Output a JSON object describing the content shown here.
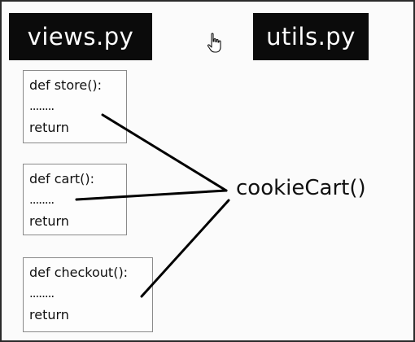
{
  "files": {
    "source": "views.py",
    "target": "utils.py"
  },
  "functions": [
    {
      "signature": "def store():",
      "body": "........",
      "ret": "return"
    },
    {
      "signature": "def cart():",
      "body": "........",
      "ret": "return"
    },
    {
      "signature": "def checkout():",
      "body": "........",
      "ret": "return"
    }
  ],
  "target_function": "cookieCart()",
  "icons": {
    "cursor": "hand-pointer-icon"
  },
  "colors": {
    "label_background": "#0b0b0b",
    "label_text": "#ffffff",
    "canvas": "#fbfbfb",
    "box_border": "#8a8a8a",
    "connector": "#000000"
  }
}
